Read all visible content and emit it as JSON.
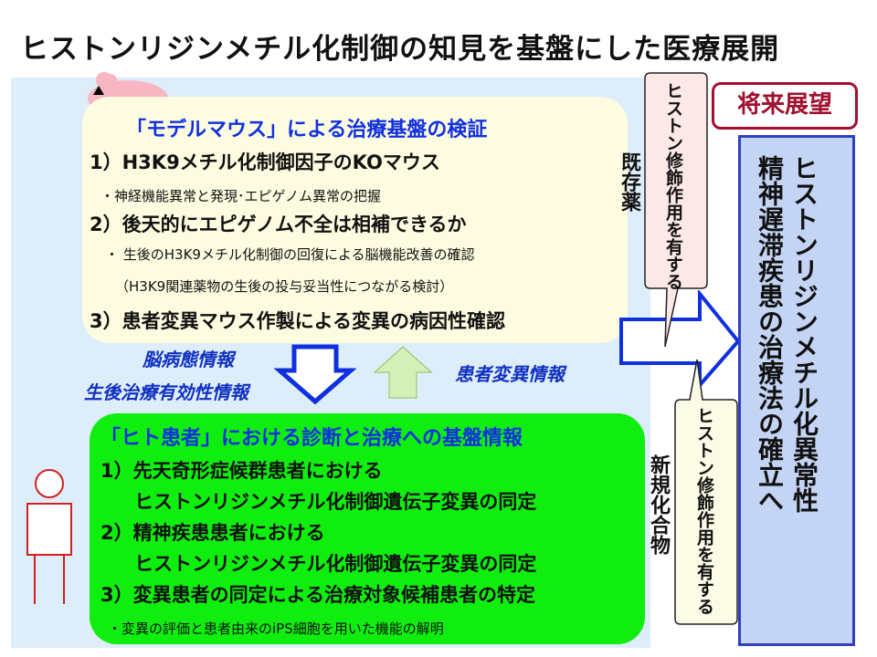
{
  "title": "ヒストンリジンメチル化制御の知見を基盤にした医療展開",
  "model": {
    "heading": "「モデルマウス」による治療基盤の検証",
    "item1": "1）H3K9メチル化制御因子のKOマウス",
    "item1_sub": "・神経機能異常と発現･エピゲノム異常の把握",
    "item2": "2）後天的にエピゲノム不全は相補できるか",
    "item2_sub1": "・ 生後のH3K9メチル化制御の回復による脳機能改善の確認",
    "item2_sub2": "（H3K9関連薬物の生後の投与妥当性につながる検討）",
    "item3": "3）患者変異マウス作製による変異の病因性確認"
  },
  "human": {
    "heading": "「ヒト患者」における診断と治療への基盤情報",
    "item1a": "1）先天奇形症候群患者における",
    "item1b": "ヒストンリジンメチル化制御遺伝子変異の同定",
    "item2a": "2）精神疾患患者における",
    "item2b": "ヒストンリジンメチル化制御遺伝子変異の同定",
    "item3": "3）変異患者の同定による治療対象候補患者の特定",
    "item3_sub": "・変異の評価と患者由来のiPS細胞を用いた機能の解明"
  },
  "flow_labels": {
    "brain_info": "脳病態情報",
    "treatment_info": "生後治療有効性情報",
    "mutation_info": "患者変異情報"
  },
  "existing_drug": "既存薬",
  "new_compound": "新規化合物",
  "callout_text": "ヒストン修飾作用を有する",
  "future": {
    "label": "将来展望",
    "line1": "ヒストンリジンメチル化異常性",
    "line2": "精神遅滞疾患の治療法の確立へ"
  },
  "colors": {
    "heading_blue": "#1030e0",
    "future_red": "#a01030",
    "human_green": "#10ee10",
    "model_cream": "#fefce0"
  }
}
